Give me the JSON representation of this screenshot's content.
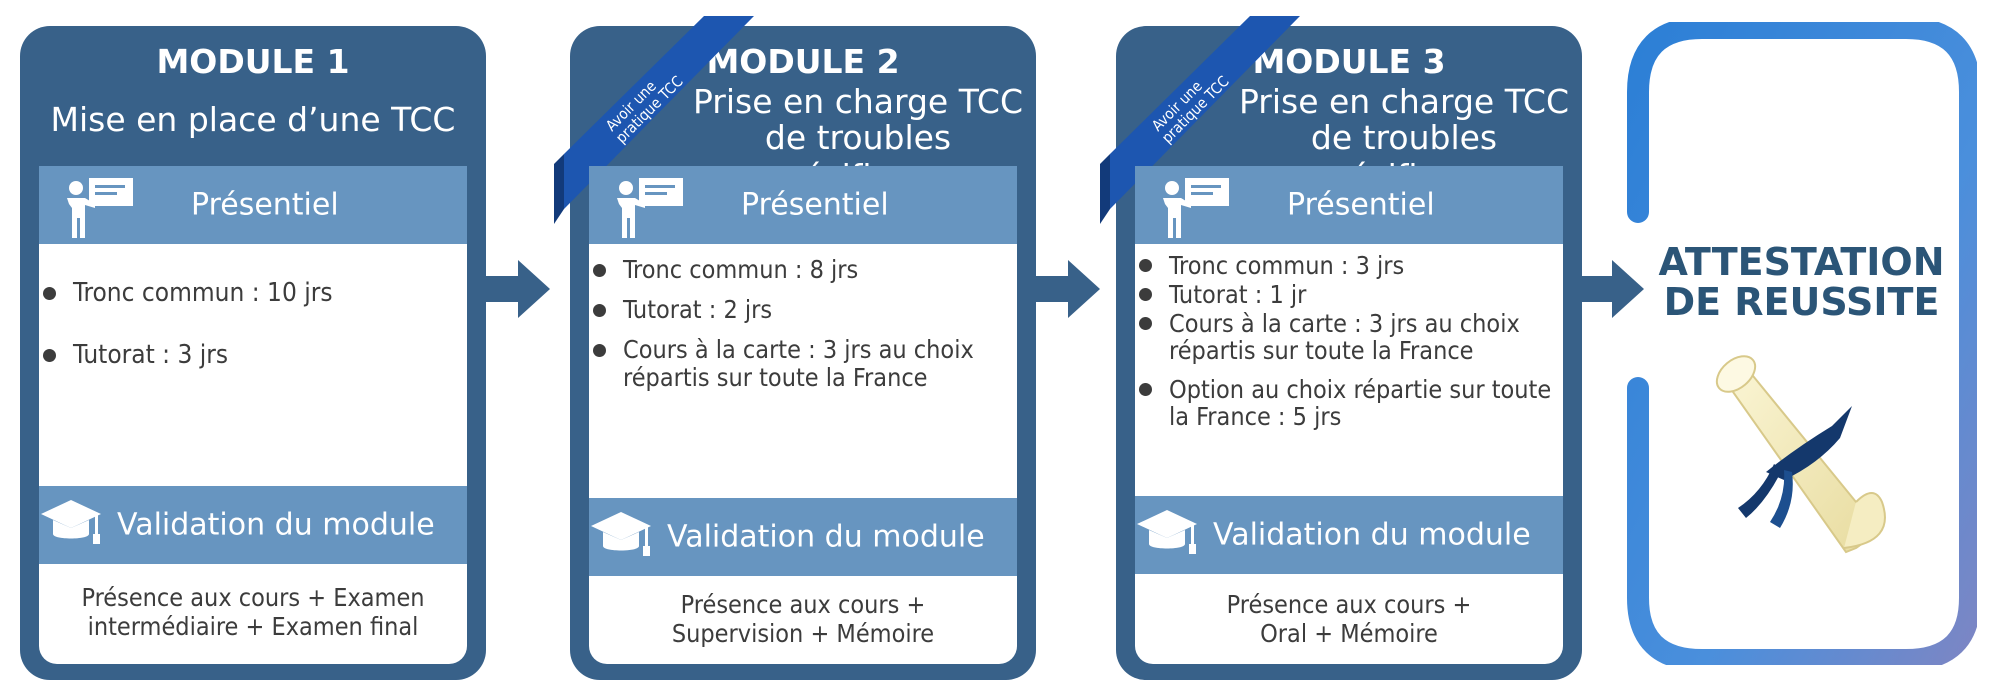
{
  "modules": [
    {
      "name": "MODULE 1",
      "subtitle_lines": [
        "Mise en place d’une TCC"
      ],
      "ribbon_lines": [],
      "presentiel": "Présentiel",
      "items": [
        "Tronc commun : 10 jrs",
        "Tutorat : 3 jrs"
      ],
      "validation": "Validation du module",
      "validation_lines": [
        "Présence aux cours + Examen",
        "intermédiaire + Examen final"
      ]
    },
    {
      "name": "MODULE 2",
      "subtitle_lines": [
        "Prise en charge TCC",
        "de troubles spécifiques"
      ],
      "ribbon_lines": [
        "Avoir une",
        "pratique TCC"
      ],
      "presentiel": "Présentiel",
      "items": [
        "Tronc commun : 8 jrs",
        "Tutorat : 2 jrs",
        "Cours à la carte : 3 jrs au choix répartis sur toute la France"
      ],
      "validation": "Validation du module",
      "validation_lines": [
        "Présence aux cours +",
        "Supervision + Mémoire"
      ]
    },
    {
      "name": "MODULE 3",
      "subtitle_lines": [
        "Prise en charge TCC",
        "de troubles spécifiques"
      ],
      "ribbon_lines": [
        "Avoir une",
        "pratique TCC"
      ],
      "presentiel": "Présentiel",
      "items": [
        "Tronc commun : 3 jrs",
        "Tutorat : 1 jr",
        "Cours à la carte : 3 jrs au choix répartis sur toute la France",
        "Option au choix répartie sur toute la France : 5 jrs"
      ],
      "validation": "Validation du module",
      "validation_lines": [
        "Présence aux cours +",
        "Oral + Mémoire"
      ]
    }
  ],
  "final": {
    "title_lines": [
      "ATTESTATION",
      "DE REUSSITE"
    ]
  },
  "colors": {
    "module_bg": "#386189",
    "band": "#6795c0",
    "ribbon": "#1d56b0",
    "text": "#3c3c3c",
    "final_title": "#2b5577",
    "final_frame": "#3d86d6"
  },
  "icons": [
    "presenter-icon",
    "graduation-cap-icon",
    "arrow-right-icon",
    "diploma-scroll-icon"
  ]
}
